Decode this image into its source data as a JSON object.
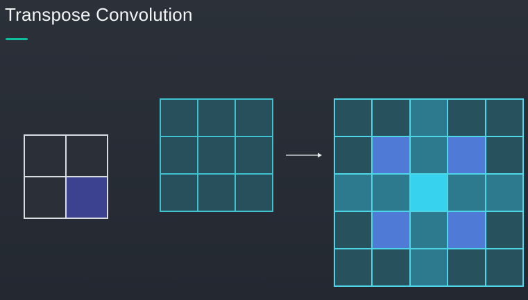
{
  "title": "Transpose Convolution",
  "colors": {
    "title_underline": "#0ebe9c",
    "input_border": "#d9dde2",
    "input_cell": "#2a2f38",
    "input_highlight": "#3c4190",
    "kernel_border": "#3fc2d0",
    "kernel_cell": "#28505c",
    "output_border": "#4fd6e6",
    "arrow": "#e6e9ec"
  },
  "input_grid": {
    "rows": 2,
    "cols": 2,
    "highlighted_cell": [
      1,
      1
    ]
  },
  "kernel_grid": {
    "rows": 3,
    "cols": 3
  },
  "output_grid": {
    "rows": 5,
    "cols": 5,
    "cell_colors": [
      [
        "#27515d",
        "#27515d",
        "#2d7a8e",
        "#27515d",
        "#27515d"
      ],
      [
        "#27515d",
        "#4f7ad6",
        "#2d7a8e",
        "#4f7ad6",
        "#27515d"
      ],
      [
        "#2d7a8e",
        "#2d7a8e",
        "#36d2ee",
        "#2d7a8e",
        "#2d7a8e"
      ],
      [
        "#27515d",
        "#4f7ad6",
        "#2d7a8e",
        "#4f7ad6",
        "#27515d"
      ],
      [
        "#27515d",
        "#27515d",
        "#2d7a8e",
        "#27515d",
        "#27515d"
      ]
    ]
  },
  "icons": {
    "arrow": "right-arrow-icon"
  }
}
